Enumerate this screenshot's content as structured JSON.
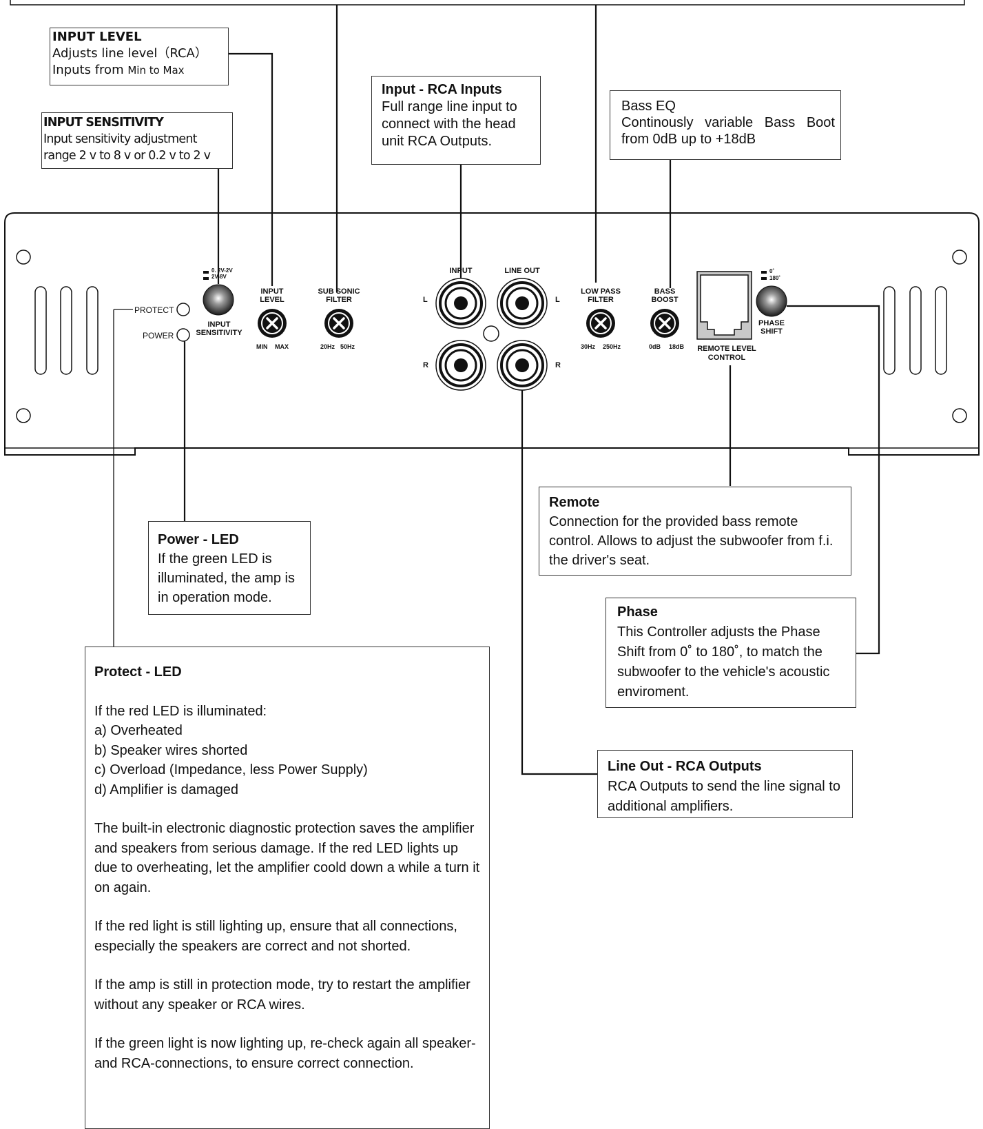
{
  "callouts": {
    "input_level": {
      "title": "INPUT  LEVEL",
      "line1": "Adjusts  line  level（RCA）",
      "line2_a": "Inputs  from  ",
      "line2_b": "Min to Max"
    },
    "input_sensitivity": {
      "title": "INPUT SENSITIVITY",
      "line1": "Input sensitivity adjustment",
      "line2": "range 2 v to 8 v or 0.2 v to 2 v"
    },
    "rca_inputs": {
      "title": "Input - RCA Inputs",
      "body": "Full range line input to connect with the head unit RCA Outputs."
    },
    "bass_eq": {
      "title": "Bass  EQ",
      "body": "Continously  variable  Bass  Boot  from  0dB  up  to  +18dB"
    },
    "remote": {
      "title": "Remote",
      "body": "Connection for the provided bass remote control. Allows to adjust the subwoofer from f.i. the driver's seat."
    },
    "phase": {
      "title": "Phase",
      "body": "This Controller adjusts the Phase Shift from 0˚ to 180˚, to match the subwoofer to the vehicle's acoustic enviroment."
    },
    "power_led": {
      "title": "Power - LED",
      "body": "If the green LED is illuminated, the amp is in operation mode."
    },
    "line_out": {
      "title": "Line Out - RCA Outputs",
      "body": "RCA Outputs to send the line signal to additional amplifiers."
    },
    "protect_led": {
      "title": "Protect - LED",
      "intro": "If the red LED is illuminated:",
      "causes": [
        "a) Overheated",
        "b) Speaker wires shorted",
        "c) Overload (Impedance, less Power Supply)",
        "d) Amplifier is damaged"
      ],
      "paragraphs": [
        "The built-in electronic diagnostic protection saves the amplifier and speakers from serious damage. If the red LED lights up due to overheating, let the amplifier coold down a while a turn it on again.",
        "If the red light is still lighting up, ensure that all connections, especially the speakers are correct and not shorted.",
        "If the amp is still in protection mode, try to restart the amplifier without any speaker or RCA wires.",
        "If the green light is now lighting up, re-check again all speaker- and RCA-connections, to ensure correct connection."
      ]
    }
  },
  "panel": {
    "protect": "PROTECT",
    "power": "POWER",
    "sens_opt1": "0. 2V-2V",
    "sens_opt2": "2V-8V",
    "input_sensitivity_1": "INPUT",
    "input_sensitivity_2": "SENSITIVITY",
    "input_level_1": "INPUT",
    "input_level_2": "LEVEL",
    "input_level_min": "MIN",
    "input_level_max": "MAX",
    "subsonic_1": "SUB SONIC",
    "subsonic_2": "FILTER",
    "subsonic_min": "20Hz",
    "subsonic_max": "50Hz",
    "rca_input": "INPUT",
    "rca_line_out": "LINE OUT",
    "ch_l": "L",
    "ch_r": "R",
    "lowpass_1": "LOW PASS",
    "lowpass_2": "FILTER",
    "lowpass_min": "30Hz",
    "lowpass_max": "250Hz",
    "bass_1": "BASS",
    "bass_2": "BOOST",
    "bass_min": "0dB",
    "bass_max": "18dB",
    "remote_1": "REMOTE LEVEL",
    "remote_2": "CONTROL",
    "phase_opt1": "0˚",
    "phase_opt2": "180˚",
    "phase_1": "PHASE",
    "phase_2": "SHIFT"
  },
  "colors": {
    "line": "#111111",
    "panel_bg": "#ffffff",
    "remote_port": "#c8c8c8"
  }
}
